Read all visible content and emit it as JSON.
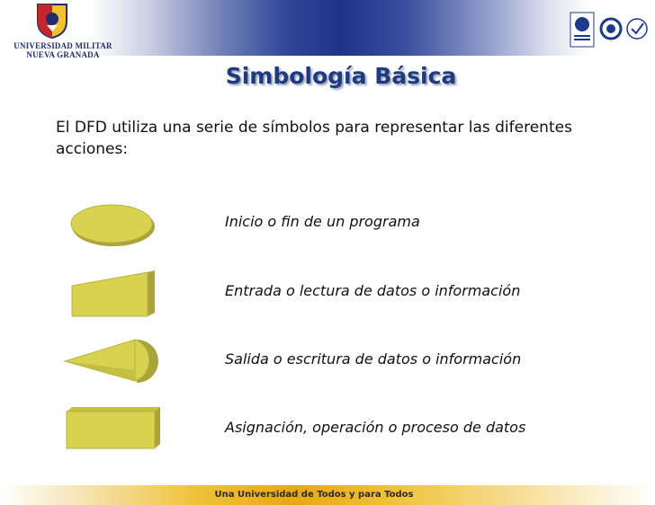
{
  "header": {
    "university_line1": "Universidad Militar",
    "university_line2": "Nueva Granada"
  },
  "slide": {
    "title": "Simbología Básica",
    "intro": "El DFD utiliza una serie de símbolos para representar las diferentes acciones:",
    "symbols": [
      {
        "icon": "ellipse-terminal-icon",
        "label": "Inicio o fin de un programa"
      },
      {
        "icon": "manual-input-icon",
        "label": "Entrada o lectura de datos o información"
      },
      {
        "icon": "display-output-icon",
        "label": "Salida o escritura  de datos o información"
      },
      {
        "icon": "process-rectangle-icon",
        "label": "Asignación, operación o proceso de datos"
      }
    ]
  },
  "footer": {
    "motto": "Una Universidad de Todos y para Todos"
  },
  "colors": {
    "shape_fill": "#d8d24e",
    "shape_side": "#a9a33a",
    "title": "#1f3a7e",
    "footer_gold": "#e7a812"
  }
}
